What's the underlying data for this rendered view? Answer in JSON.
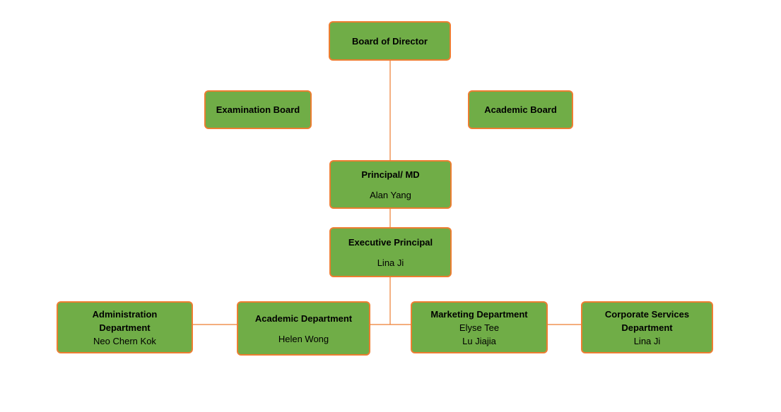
{
  "diagram": {
    "colors": {
      "box_fill": "#70ad47",
      "box_border": "#ed7d31",
      "line": "#ed7d31",
      "text": "#000000"
    },
    "nodes": {
      "board": {
        "title": "Board of Director"
      },
      "exam": {
        "title": "Examination Board"
      },
      "academic_board": {
        "title": "Academic Board"
      },
      "principal": {
        "title": "Principal/ MD",
        "names": [
          "Alan Yang"
        ]
      },
      "exec": {
        "title": "Executive Principal",
        "names": [
          "Lina Ji"
        ]
      },
      "admin": {
        "title_lines": [
          "Administration",
          "Department"
        ],
        "names": [
          "Neo Chern Kok"
        ]
      },
      "academic_dept": {
        "title": "Academic Department",
        "names": [
          "Helen Wong"
        ]
      },
      "marketing": {
        "title": "Marketing Department",
        "names": [
          "Elyse Tee",
          "Lu Jiajia"
        ]
      },
      "corporate": {
        "title_lines": [
          "Corporate Services",
          "Department"
        ],
        "names": [
          "Lina Ji"
        ]
      }
    },
    "edges": [
      [
        "board",
        "principal"
      ],
      [
        "principal",
        "exec"
      ],
      [
        "exec",
        "admin"
      ],
      [
        "exec",
        "academic_dept"
      ],
      [
        "exec",
        "marketing"
      ],
      [
        "exec",
        "corporate"
      ]
    ]
  }
}
